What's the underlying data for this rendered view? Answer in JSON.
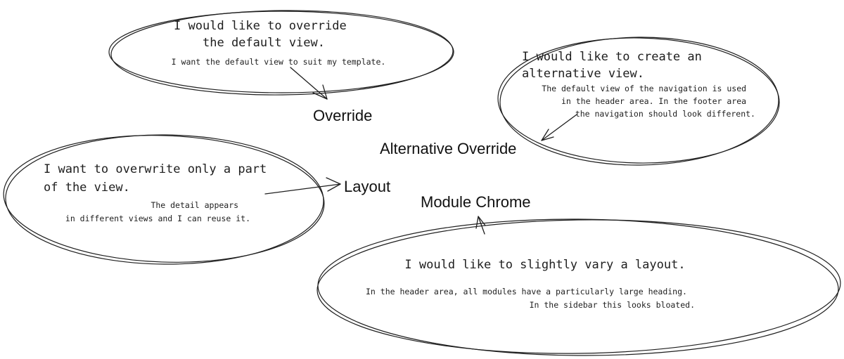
{
  "concepts": {
    "override": {
      "label": "Override",
      "title": [
        "I would like to override",
        "the default view."
      ],
      "body": [
        "I want the default view to suit my template."
      ]
    },
    "alternative": {
      "label": "Alternative Override",
      "title": [
        "I would like to create an",
        "alternative view."
      ],
      "body": [
        "The default view of the navigation is used",
        "in the header area. In the footer area",
        "the navigation should look different."
      ]
    },
    "layout": {
      "label": "Layout",
      "title": [
        "I want to overwrite only a part",
        "of the view."
      ],
      "body": [
        "The detail appears",
        "in different views and I can reuse it."
      ]
    },
    "chrome": {
      "label": "Module Chrome",
      "title": [
        "I would like to slightly vary a layout."
      ],
      "body": [
        "In the header area, all modules have a particularly large heading.",
        "In the sidebar this looks bloated."
      ]
    }
  }
}
